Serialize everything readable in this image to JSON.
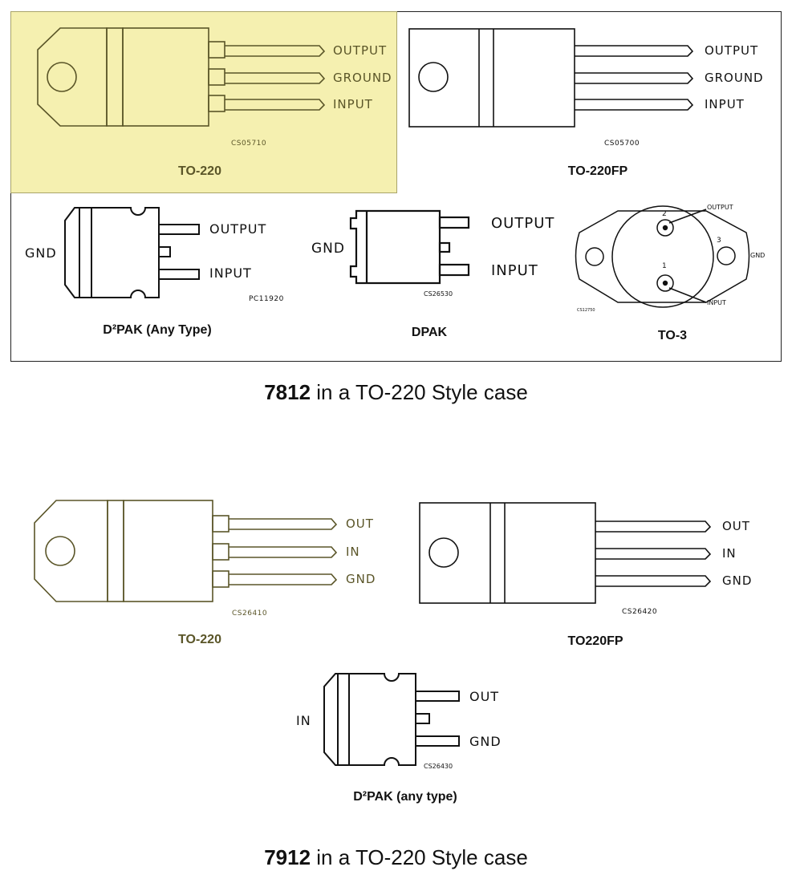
{
  "figure_7812": {
    "to220": {
      "pins": [
        "OUTPUT",
        "GROUND",
        "INPUT"
      ],
      "code": "CS05710",
      "caption": "TO-220"
    },
    "to220fp": {
      "pins": [
        "OUTPUT",
        "GROUND",
        "INPUT"
      ],
      "code": "CS05700",
      "caption": "TO-220FP"
    },
    "d2pak": {
      "gnd": "GND",
      "out": "OUTPUT",
      "in": "INPUT",
      "code": "PC11920",
      "caption": "D²PAK (Any Type)"
    },
    "dpak": {
      "gnd": "GND",
      "out": "OUTPUT",
      "in": "INPUT",
      "code": "CS26530",
      "caption": "DPAK"
    },
    "to3": {
      "pin2": "2",
      "pin1": "1",
      "pin3": "3",
      "output": "OUTPUT",
      "input": "INPUT",
      "gnd": "GND",
      "code": "CS12750",
      "caption": "TO-3"
    },
    "title_part": "7812",
    "title_rest": " in a TO-220 Style case"
  },
  "figure_7912": {
    "to220": {
      "pins": [
        "OUT",
        "IN",
        "GND"
      ],
      "code": "CS26410",
      "caption": "TO-220"
    },
    "to220fp": {
      "pins": [
        "OUT",
        "IN",
        "GND"
      ],
      "code": "CS26420",
      "caption": "TO220FP"
    },
    "d2pak": {
      "in": "IN",
      "out": "OUT",
      "gnd": "GND",
      "code": "CS26430",
      "caption": "D²PAK (any type)"
    },
    "title_part": "7912",
    "title_rest": " in a TO-220 Style case"
  },
  "colors": {
    "highlight": "#f5f0b0",
    "highlight_stroke": "#5a5528",
    "line": "#111111"
  }
}
